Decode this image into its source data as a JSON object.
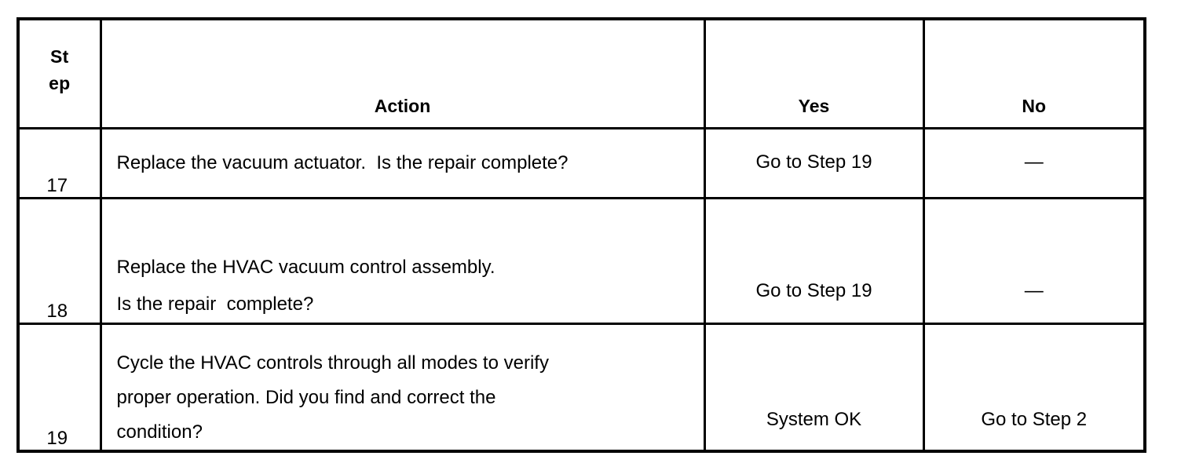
{
  "table": {
    "name": "hvac-diagnostic-step-table",
    "columns": [
      {
        "id": "step",
        "label_lines": [
          "St",
          "ep"
        ],
        "label": "Step",
        "align": "center"
      },
      {
        "id": "action",
        "label": "Action",
        "align": "center"
      },
      {
        "id": "yes",
        "label": "Yes",
        "align": "center"
      },
      {
        "id": "no",
        "label": "No",
        "align": "center"
      }
    ],
    "rows": [
      {
        "step": "17",
        "action_lines": [
          "Replace the vacuum actuator.  Is the repair complete?"
        ],
        "yes": "Go to Step 19",
        "no": "—"
      },
      {
        "step": "18",
        "action_lines": [
          "Replace the HVAC vacuum control assembly.",
          "Is the repair  complete?"
        ],
        "yes": "Go to Step 19",
        "no": "—"
      },
      {
        "step": "19",
        "action_lines": [
          "Cycle the HVAC controls through all modes to verify",
          "proper operation. Did you find and correct the",
          "condition?"
        ],
        "yes": "System OK",
        "no": "Go to Step 2"
      }
    ]
  },
  "style": {
    "border_color": "#000000",
    "text_color": "#000000",
    "background": "#ffffff"
  }
}
